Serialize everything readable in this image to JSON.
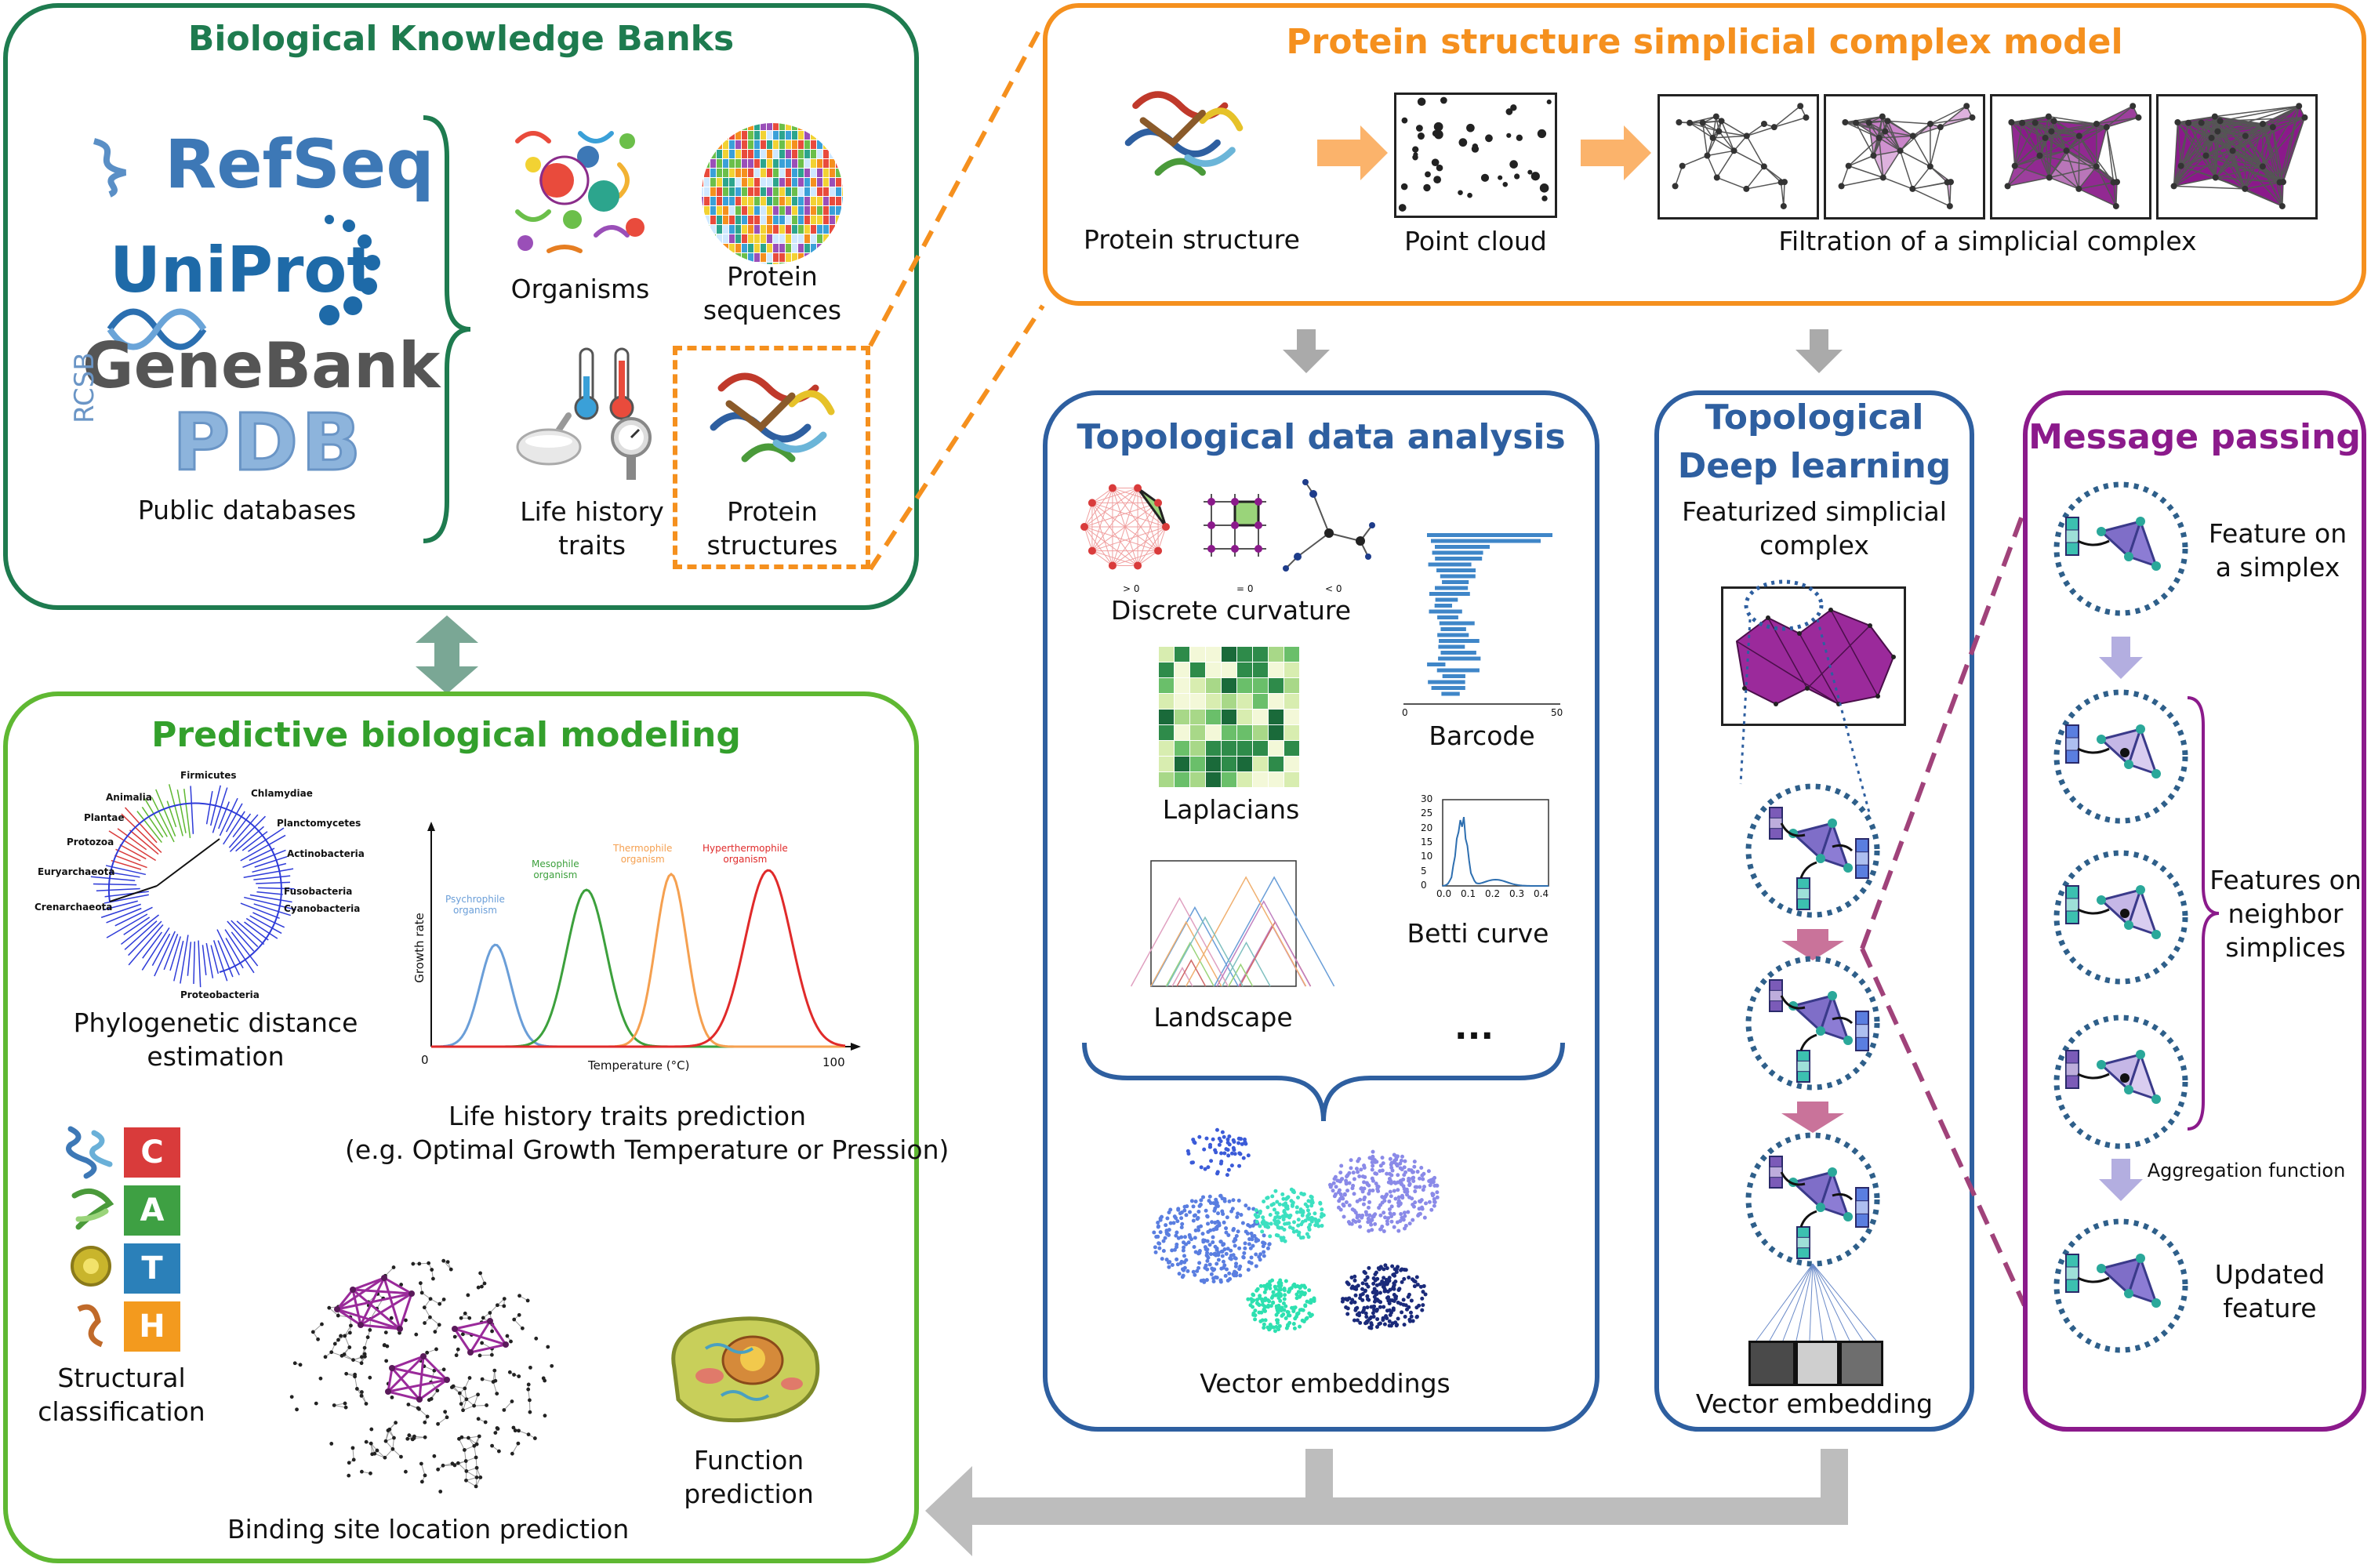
{
  "knowledge_banks": {
    "title": "Biological Knowledge Banks",
    "logos": [
      "RefSeq",
      "UniProt",
      "GeneBank",
      "PDB",
      "RCSB"
    ],
    "public_databases": "Public databases",
    "organisms": "Organisms",
    "protein_sequences": "Protein\nsequences",
    "life_history_traits": "Life history\ntraits",
    "protein_structures": "Protein\nstructures"
  },
  "simplicial_model": {
    "title": "Protein structure simplicial complex model",
    "protein_structure": "Protein structure",
    "point_cloud": "Point cloud",
    "filtration": "Filtration of a simplicial complex"
  },
  "tda": {
    "title": "Topological data analysis",
    "curvature_marks": [
      "> 0",
      "= 0",
      "< 0"
    ],
    "discrete_curvature": "Discrete curvature",
    "barcode": "Barcode",
    "barcode_ticks": [
      "0",
      "50"
    ],
    "laplacians": "Laplacians",
    "betti_curve": "Betti curve",
    "betti_yticks": [
      "30",
      "25",
      "20",
      "15",
      "10",
      "5",
      "0"
    ],
    "betti_xticks": [
      "0.0",
      "0.1",
      "0.2",
      "0.3",
      "0.4"
    ],
    "landscape": "Landscape",
    "ellipsis": "...",
    "vector_embeddings": "Vector embeddings"
  },
  "tdl": {
    "title": "Topological\nDeep learning",
    "featurized": "Featurized simplicial\ncomplex",
    "vector_embedding": "Vector embedding"
  },
  "message_passing": {
    "title": "Message passing",
    "feature_on_simplex": "Feature on\na simplex",
    "features_neighbor": "Features on\nneighbor\nsimplices",
    "aggregation": "Aggregation function",
    "updated_feature": "Updated\nfeature"
  },
  "predictive": {
    "title": "Predictive biological modeling",
    "tree_labels": [
      "Firmicutes",
      "Chlamydiae",
      "Animalia",
      "Planctomycetes",
      "Plantae",
      "Protozoa",
      "Actinobacteria",
      "Euryarchaeota",
      "Crenarchaeota",
      "Fusobacteria",
      "Cyanobacteria",
      "Proteobacteria"
    ],
    "phylo": "Phylogenetic distance\nestimation",
    "growth_ylabel": "Growth rate",
    "growth_xlabel": "Temperature (°C)",
    "growth_x0": "0",
    "growth_x100": "100",
    "curves": [
      "Psychrophile\norganism",
      "Mesophile\norganism",
      "Thermophile\norganism",
      "Hyperthermophile\norganism"
    ],
    "life_history_pred": "Life history traits prediction\n(e.g. Optimal Growth Temperature or Pression)",
    "cath_letters": [
      "C",
      "A",
      "T",
      "H"
    ],
    "structural": "Structural\nclassification",
    "binding": "Binding site location prediction",
    "function": "Function\nprediction"
  },
  "colors": {
    "dark_green": "#1e7b4f",
    "light_green": "#5fb832",
    "orange": "#f5901e",
    "blue": "#2e5fa0",
    "purple": "#8b1a8b",
    "gray_arrow": "#bdbdbd"
  }
}
